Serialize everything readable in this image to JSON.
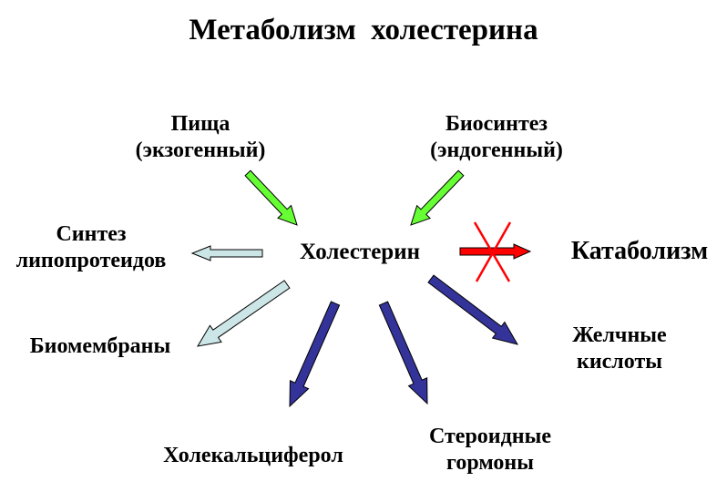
{
  "title": "Метаболизм  холестерина",
  "center": "Холестерин",
  "sources": [
    {
      "line1": "Пища",
      "line2": "(экзогенный)"
    },
    {
      "line1": "Биосинтез",
      "line2": "(эндогенный)"
    }
  ],
  "outputs": {
    "lipoproteins": {
      "line1": "Синтез",
      "line2": "липопротеидов"
    },
    "membranes": "Биомембраны",
    "calciferol": "Холекальциферол",
    "steroids": {
      "line1": "Стероидные",
      "line2": "гормоны"
    },
    "bile": {
      "line1": "Желчные",
      "line2": "кислоты"
    },
    "catabolism": "Катаболизм"
  },
  "colors": {
    "input_arrow": "#66ff33",
    "light_arrow": "#cce6e8",
    "dark_arrow": "#333399",
    "blocked_arrow": "#ff0000",
    "cross": "#ff0000"
  },
  "catabolism_blocked": true
}
